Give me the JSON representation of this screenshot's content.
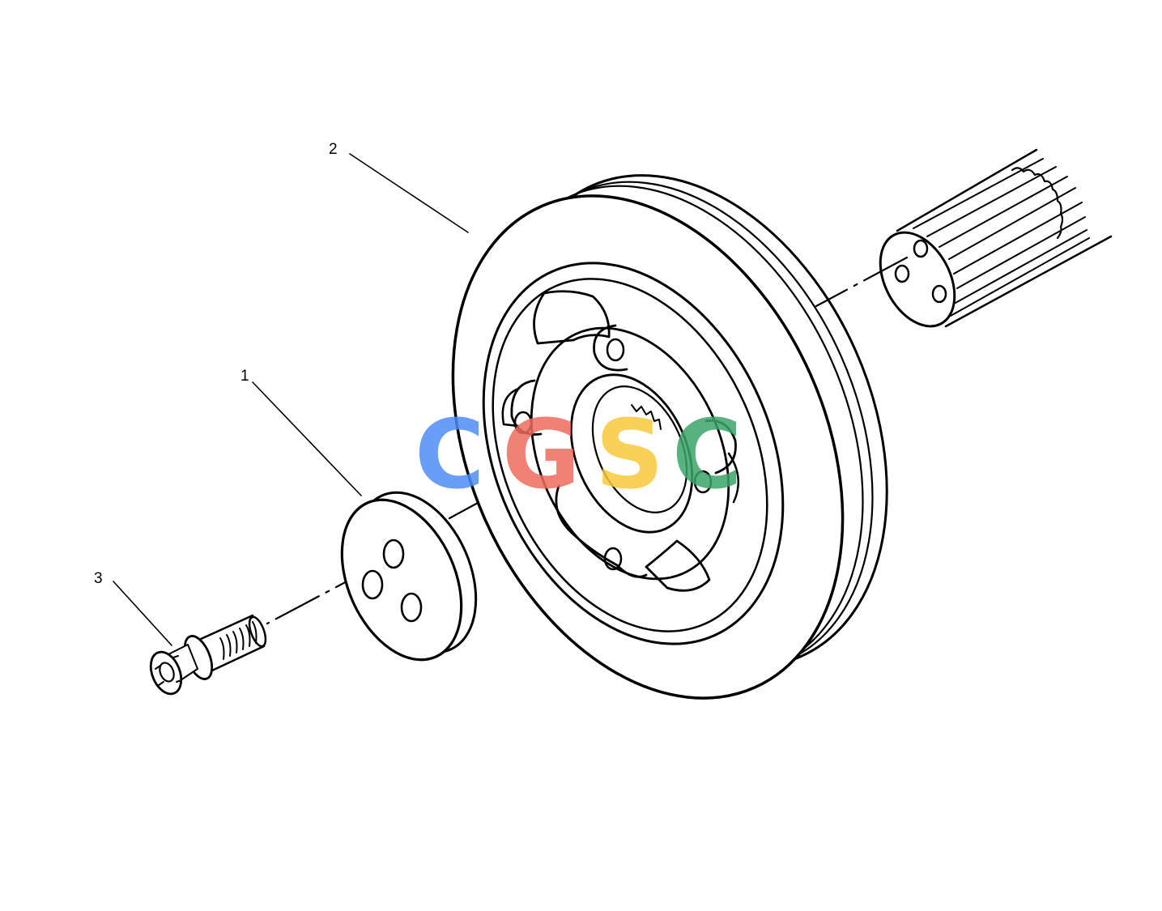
{
  "callouts": [
    {
      "id": "1",
      "label": "1"
    },
    {
      "id": "2",
      "label": "2"
    },
    {
      "id": "3",
      "label": "3"
    }
  ],
  "watermark": {
    "letters": [
      "C",
      "G",
      "S",
      "C"
    ],
    "colors": [
      "#4f8ef7",
      "#ef6b5e",
      "#f8c93a",
      "#3aa56a"
    ]
  }
}
